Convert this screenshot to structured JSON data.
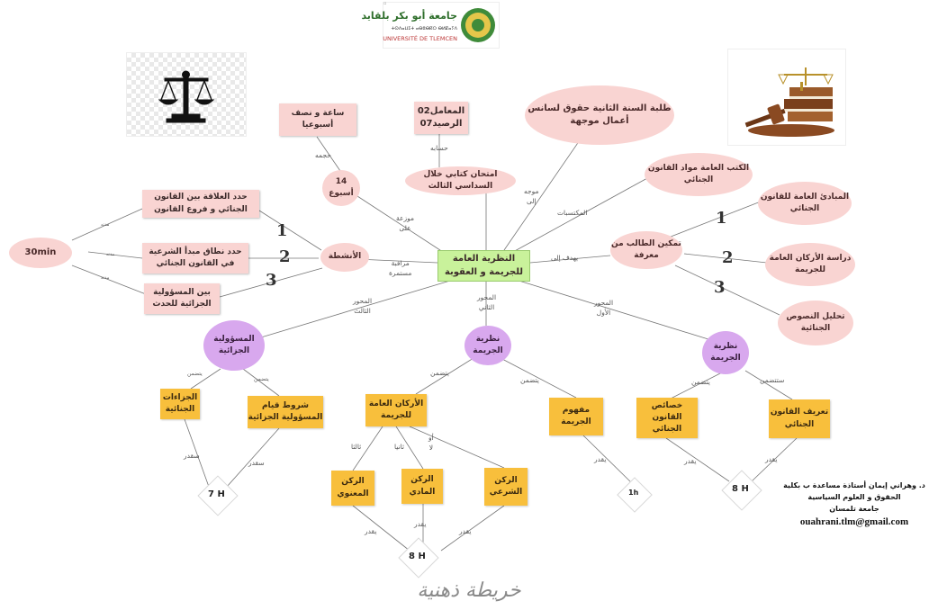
{
  "logo": {
    "arabic": "جامعة أبو بكر بلقايد",
    "latin_small": "ⵜⵙⴷⴰⵡⵉⵜ ⴰⴱⵓⴱⴽⵔ ⴱⵍⵇⴰⵢⴷ",
    "french": "UNIVERSITÉ DE TLEMCEN"
  },
  "central": "النظرية العامة للجريمة و العقوبة",
  "top_nodes": {
    "students": "طلبة السنة الثانية حقوق لسانس أعمال موجهة",
    "coef": "المعامل02\nالرصيد07",
    "exam": "امتحان كتابي خلال السداسي الثالث",
    "hours_value": "14\nأسبوع",
    "hours_rate": "ساعة و نصف\nأسبوعيا",
    "books": "الكتب العامة مواد القانون الجنائي"
  },
  "edge_labels": {
    "directed_to": "موجه\nإلى",
    "account": "حسابه",
    "acquired": "المكتسبات",
    "volume": "حجمه",
    "distributed": "موزعة\nعلى",
    "aims": "يهدف إلى",
    "continuous": "مراقبة\nمستمرة",
    "axis3": "المحور\nالثالث",
    "axis2": "المحور\nالثاني",
    "axis1": "المحور\nالأول",
    "includes": "يتضمن",
    "contains": "ستتضمن",
    "estimate": "يقدر",
    "estimated_a": "سقدر",
    "first": "أو\nلا",
    "second": "ثانيا",
    "third": "ثالثا",
    "duration": "مدته"
  },
  "activities": {
    "center": "الأنشطة",
    "a1": "حدد العلاقة بين القانون الجنائي و فروع القانون",
    "a2": "حدد نطاق مبدأ الشرعية في القانون الجنائي",
    "a3": "بين المسؤولية الجزائية للحدث",
    "time": "30min",
    "n1": "1",
    "n2": "2",
    "n3": "3"
  },
  "objectives": {
    "center": "تمكين الطالب من معرفة",
    "o1": "المبادئ العامة للقانون الجنائي",
    "o2": "دراسة الأركان العامة للجريمة",
    "o3": "تحليل النصوص الجنائية",
    "n1": "1",
    "n2": "2",
    "n3": "3"
  },
  "axis1": {
    "title": "نظرية الجريمة",
    "c1": "تعريف القانون الجنائي",
    "c2": "خصائص القانون الجنائي",
    "hours": "8 H"
  },
  "axis2": {
    "title": "نظرية الجريمة",
    "c1": "مفهوم الجريمة",
    "c2": "الأركان العامة للجريمة",
    "r1": "الركن الشرعي",
    "r2": "الركن المادي",
    "r3": "الركن المعنوي",
    "hours1": "1h",
    "hours2": "8 H"
  },
  "axis3": {
    "title": "المسؤولية الجزائية",
    "c1": "شروط قيام المسؤولية الجزائية",
    "c2": "الجزاءات الجنائية",
    "hours": "7 H"
  },
  "author": {
    "line1": "د. وهراني إيمان أستاذة مساعدة ب بكلية الحقوق و العلوم السياسية",
    "line2": "جامعة تلمسان",
    "email": "ouahrani.tlm@gmail.com"
  },
  "caption": "خريطة ذهنية",
  "colors": {
    "pink": "#f9d4d2",
    "green": "#c9f29b",
    "purple": "#d8a8ee",
    "gold": "#f8bf3c"
  }
}
